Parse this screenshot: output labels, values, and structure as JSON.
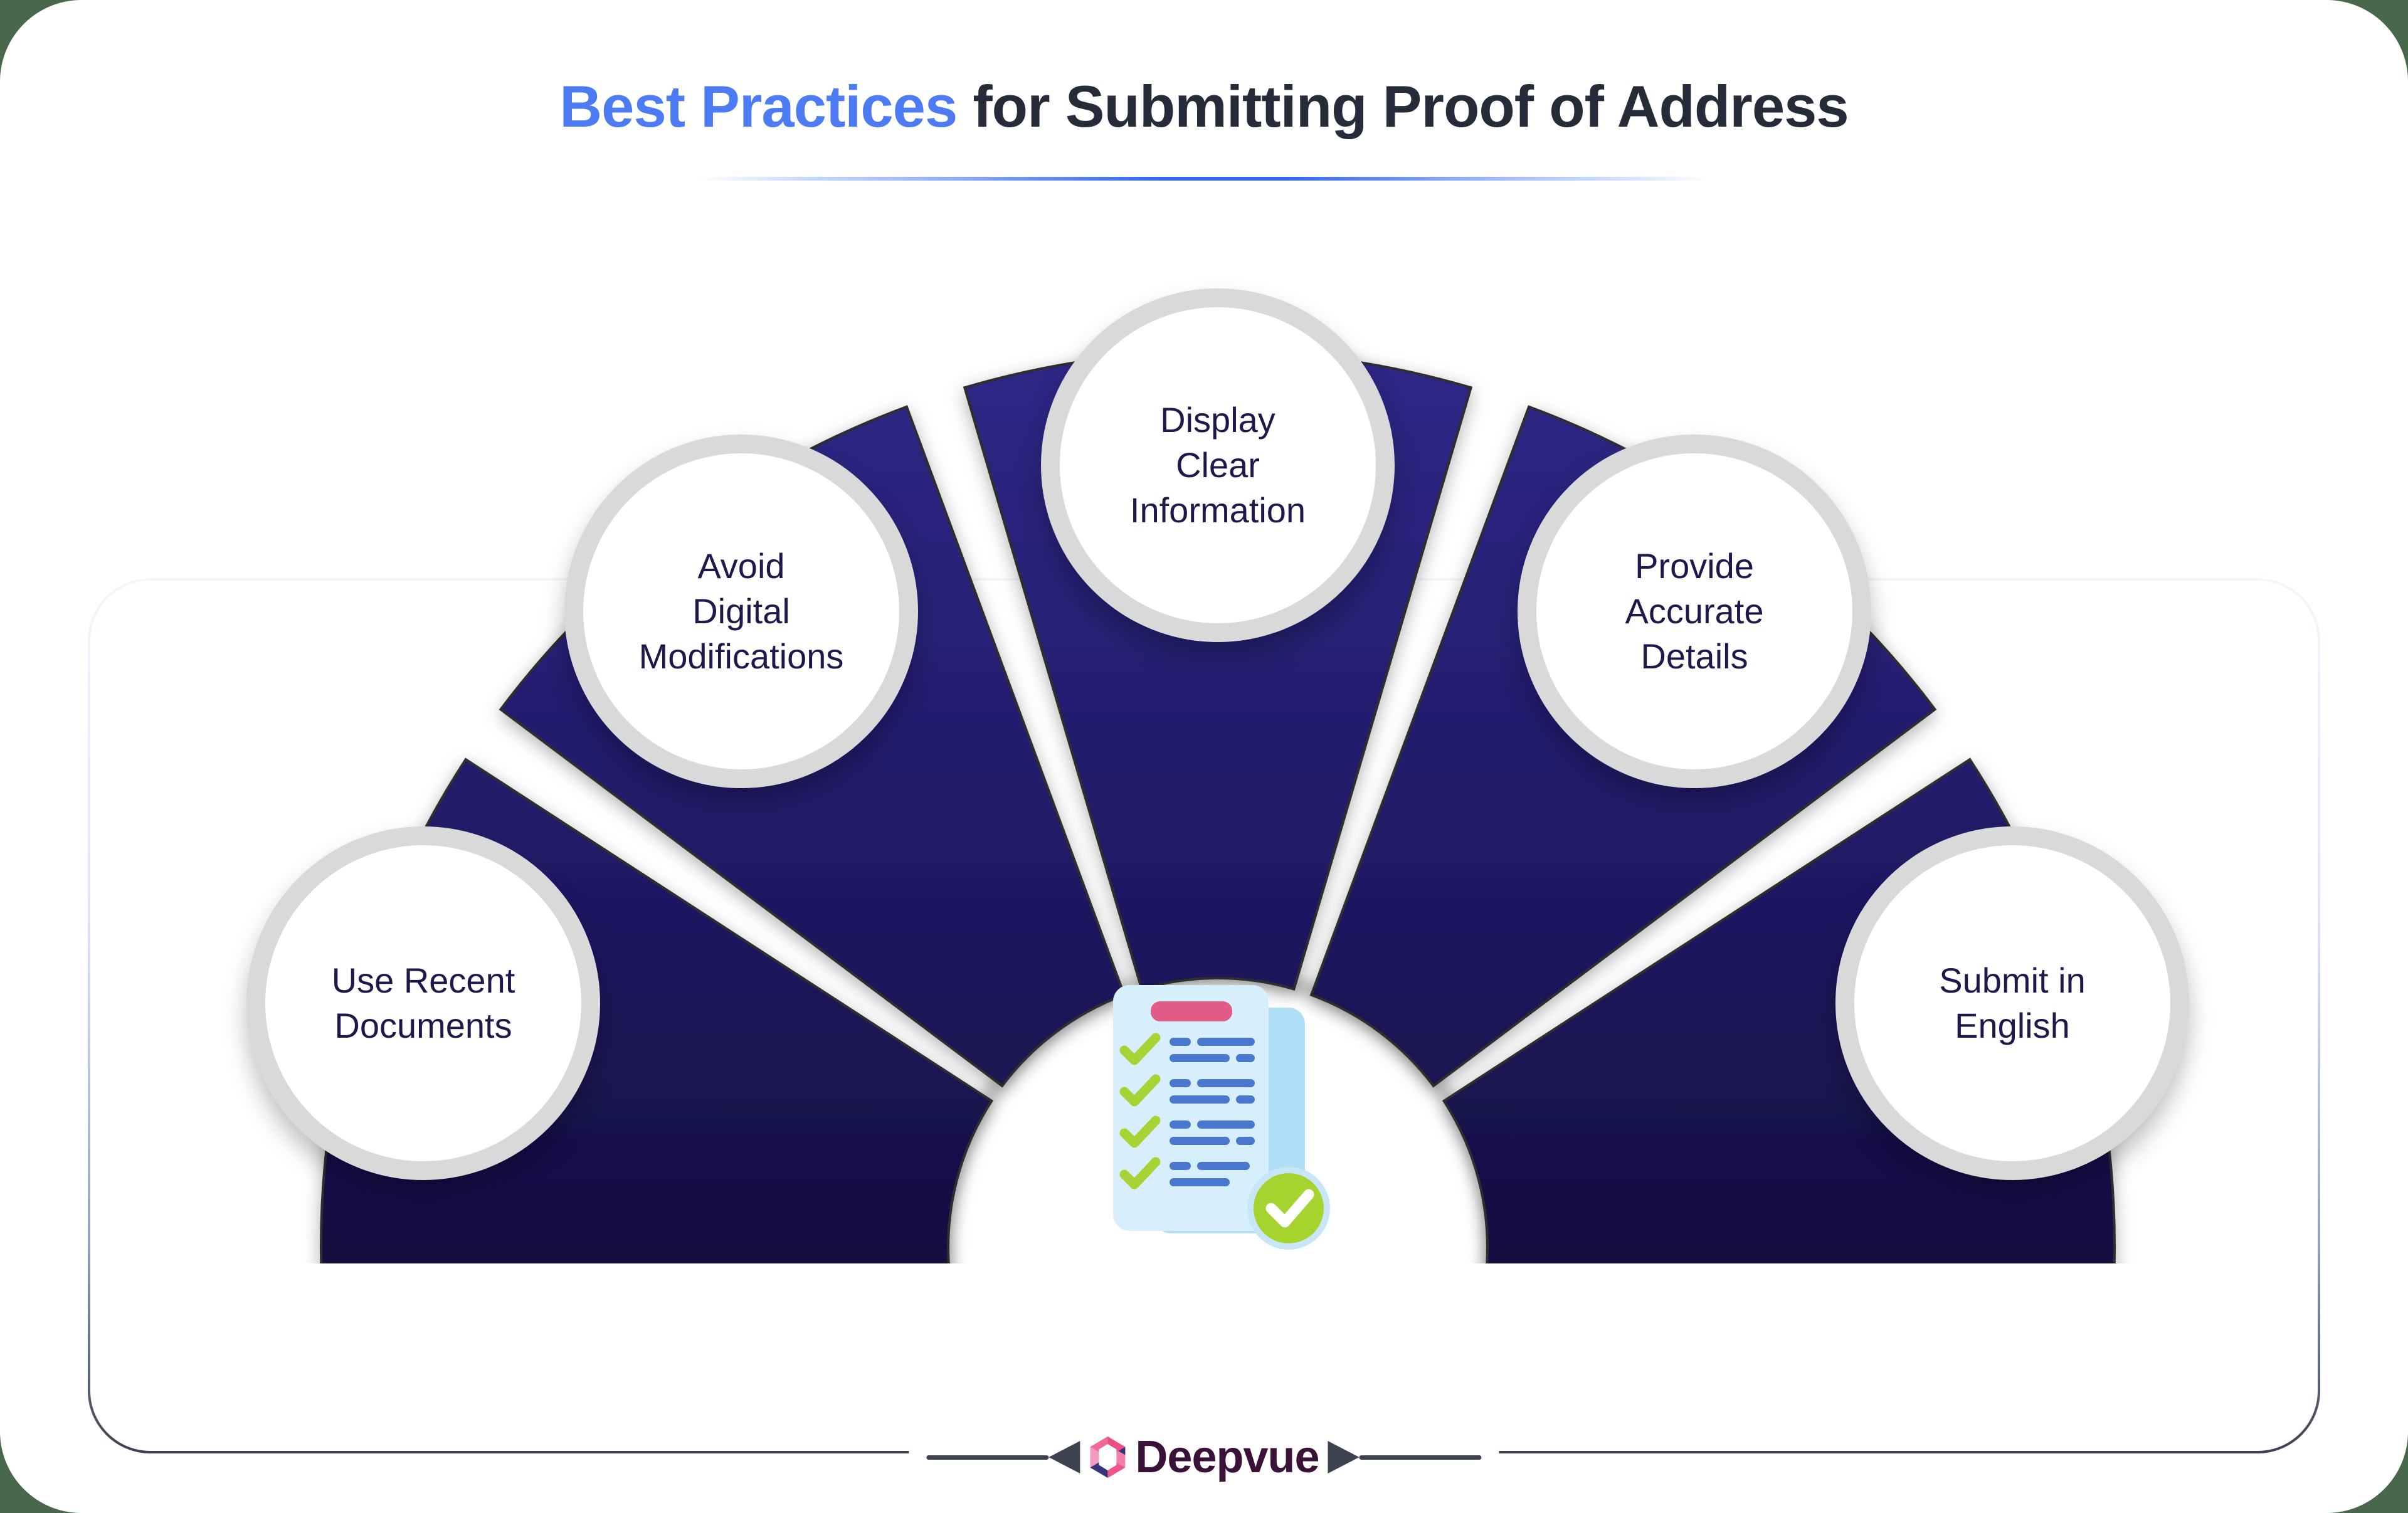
{
  "title": {
    "highlight": "Best Practices",
    "rest": " for Submitting Proof of Address"
  },
  "practices": [
    {
      "label": "Use Recent\nDocuments"
    },
    {
      "label": "Avoid\nDigital\nModifications"
    },
    {
      "label": "Display\nClear\nInformation"
    },
    {
      "label": "Provide\nAccurate\nDetails"
    },
    {
      "label": "Submit in\nEnglish"
    }
  ],
  "footer": {
    "brand": "Deepvue"
  },
  "icons": {
    "center": "checklist-clipboard-with-check-badge",
    "brand_mark": "deepvue-hexagon-logo",
    "left_decoration": "left-arrowhead-line",
    "right_decoration": "right-arrowhead-line"
  },
  "colors": {
    "accent_blue": "#4C7BF4",
    "title_dark": "#252B39",
    "wedge_top": "#2E2887",
    "wedge_bottom": "#150D3F",
    "circle_rim": "#D9D9D9",
    "circle_text": "#1D1A4B",
    "brand_text": "#3A1139",
    "check_green": "#A7D335",
    "doc_light_blue": "#D7EEFC",
    "doc_line_blue": "#4A77CE",
    "doc_bar_pink": "#E05C86",
    "page_corner_green": "#47684A"
  }
}
